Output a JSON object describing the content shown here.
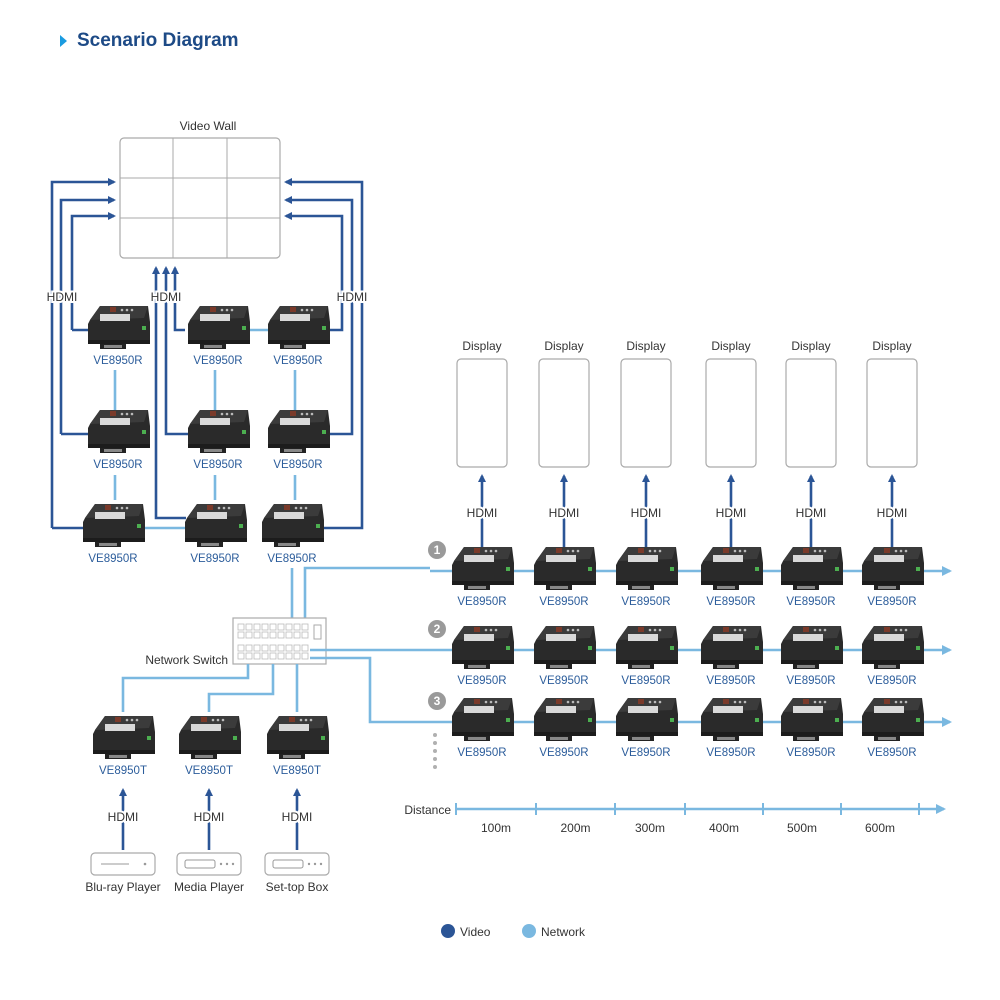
{
  "title": "Scenario Diagram",
  "colors": {
    "video": "#2b5596",
    "network": "#7ab8e0",
    "title": "#1d4a86",
    "accent": "#1a9be0",
    "model": "#2c5d9b"
  },
  "video_wall": {
    "label": "Video Wall",
    "rows": 3,
    "cols": 3
  },
  "hdmi_label": "HDMI",
  "wall_receivers": {
    "model": "VE8950R",
    "count": 9
  },
  "network_switch": {
    "label": "Network Switch"
  },
  "transmitters": [
    {
      "model": "VE8950T",
      "source": "Blu-ray Player",
      "link": "HDMI"
    },
    {
      "model": "VE8950T",
      "source": "Media Player",
      "link": "HDMI"
    },
    {
      "model": "VE8950T",
      "source": "Set-top Box",
      "link": "HDMI"
    }
  ],
  "displays": [
    "Display",
    "Display",
    "Display",
    "Display",
    "Display",
    "Display"
  ],
  "chains": [
    {
      "number": "1",
      "receivers": [
        "VE8950R",
        "VE8950R",
        "VE8950R",
        "VE8950R",
        "VE8950R",
        "VE8950R"
      ]
    },
    {
      "number": "2",
      "receivers": [
        "VE8950R",
        "VE8950R",
        "VE8950R",
        "VE8950R",
        "VE8950R",
        "VE8950R"
      ]
    },
    {
      "number": "3",
      "receivers": [
        "VE8950R",
        "VE8950R",
        "VE8950R",
        "VE8950R",
        "VE8950R",
        "VE8950R"
      ]
    }
  ],
  "distance": {
    "label": "Distance",
    "ticks": [
      "100m",
      "200m",
      "300m",
      "400m",
      "500m",
      "600m"
    ]
  },
  "legend": [
    {
      "label": "Video",
      "color": "#2b5596"
    },
    {
      "label": "Network",
      "color": "#7ab8e0"
    }
  ]
}
